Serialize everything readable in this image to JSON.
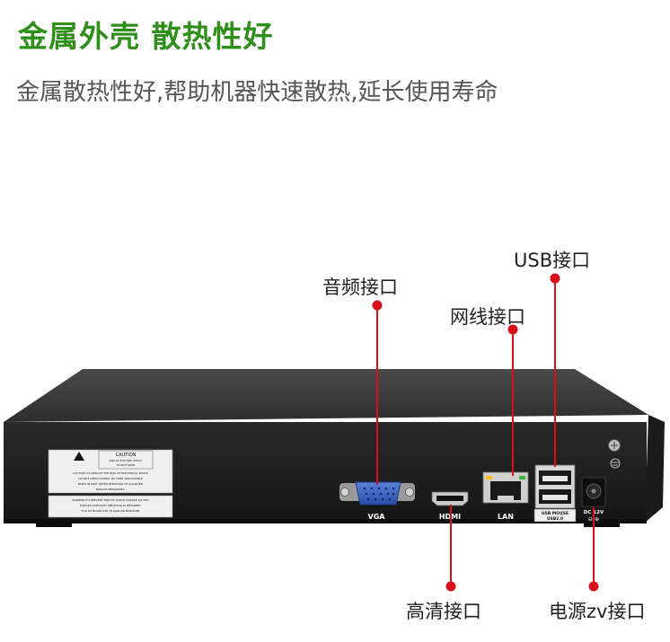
{
  "header": {
    "title": "金属外壳  散热性好",
    "subtitle": "金属散热性好,帮助机器快速散热,延长使用寿命"
  },
  "callouts": {
    "usb": "USB接口",
    "audio": "音频接口",
    "lan_label": "网线接口",
    "hdmi_label": "高清接口",
    "power": "电源zv接口"
  },
  "device_labels": {
    "caution_title": "CAUTION",
    "caution_line1": "RISK OF ELECTRIC SHOCK",
    "caution_line2": "DO NOT OPEN",
    "warn1": "CAUTION: TO REDUCE THE RISK OF ELECTRICAL SHOCK",
    "warn2": "DO NOT OPEN COVERS. NO USER SERVICEABLE",
    "warn3": "PARTS IN SIDE. REFER SERVICING TO QUALIFIED",
    "warn4": "SERVICE PERSONNEL.",
    "warn5": "WARNING:TO PREVENT FIRE OR SHOCK HAZARD DO NOT",
    "warn6": "EXPOSE UNITS NOT SPECIFICALLY DESIGNED",
    "warn7": "FOR OUTDOOR USE TO RAIN OR MOISTURE",
    "vga": "VGA",
    "hdmi": "HDMI",
    "lan": "LAN",
    "usb_line1": "USB MOUSE",
    "usb_line2": "USB2.0",
    "dc": "DC 12V"
  },
  "colors": {
    "title_green": "#2f8f1a",
    "callout_red": "#d8101c",
    "device_body": "#232323"
  }
}
